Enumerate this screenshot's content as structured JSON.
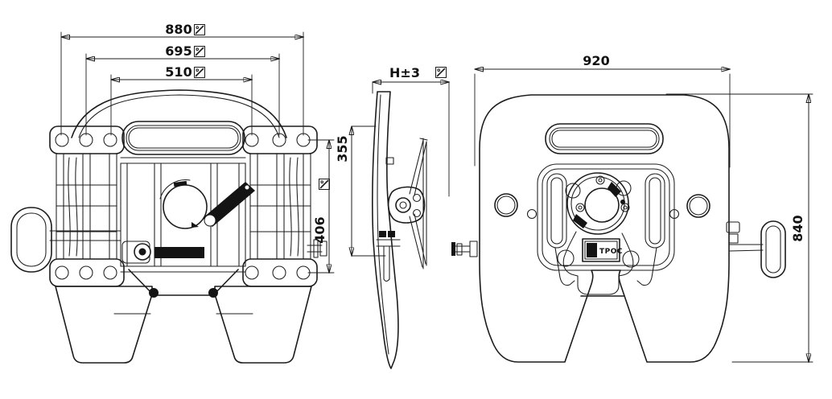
{
  "drawing": {
    "type": "technical-drawing",
    "subject": "fifth wheel coupling, three orthographic views",
    "background": "#ffffff",
    "line_color": "#1c1c1c",
    "stamp_icon": "inspection-stamp"
  },
  "views": {
    "front": {
      "dims": {
        "outer_width": "880",
        "mid_width": "695",
        "inner_width": "510",
        "bracket_height": "406"
      }
    },
    "side": {
      "dims": {
        "mount_height": "H±3",
        "pivot_height": "355"
      }
    },
    "top": {
      "dims": {
        "width": "920",
        "depth": "840"
      },
      "brand_stamp": "TPOC"
    }
  }
}
